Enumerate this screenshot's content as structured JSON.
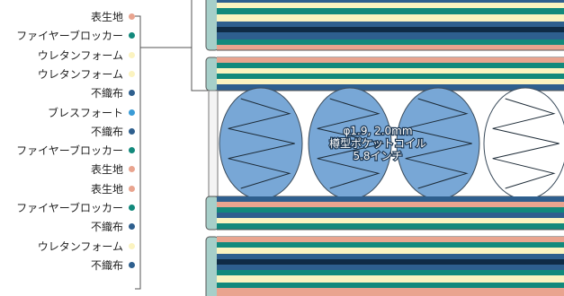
{
  "colors": {
    "salmon": "#e9a48f",
    "teal": "#12897c",
    "cream": "#fbf3c0",
    "navy": "#2e5f8e",
    "blue": "#3a9bd6",
    "light_blue_coil": "#78a7d6",
    "core_teal": "#a6cfc9",
    "black_stripe": "#0f2b45"
  },
  "legend": [
    {
      "label": "表生地",
      "color_key": "salmon"
    },
    {
      "label": "ファイヤーブロッカー",
      "color_key": "teal"
    },
    {
      "label": "ウレタンフォーム",
      "color_key": "cream"
    },
    {
      "label": "ウレタンフォーム",
      "color_key": "cream"
    },
    {
      "label": "不織布",
      "color_key": "navy"
    },
    {
      "label": "ブレスフォート",
      "color_key": "blue"
    },
    {
      "label": "不織布",
      "color_key": "navy"
    },
    {
      "label": "ファイヤーブロッカー",
      "color_key": "teal"
    },
    {
      "label": "表生地",
      "color_key": "salmon"
    },
    {
      "label": "表生地",
      "color_key": "salmon"
    },
    {
      "label": "ファイヤーブロッカー",
      "color_key": "teal"
    },
    {
      "label": "不織布",
      "color_key": "navy"
    },
    {
      "label": "ウレタンフォーム",
      "color_key": "cream"
    },
    {
      "label": "不織布",
      "color_key": "navy"
    }
  ],
  "coil": {
    "line1": "φ1.9, 2.0mm",
    "line2": "樽型ポケットコイル",
    "line3": "5.8インチ"
  }
}
